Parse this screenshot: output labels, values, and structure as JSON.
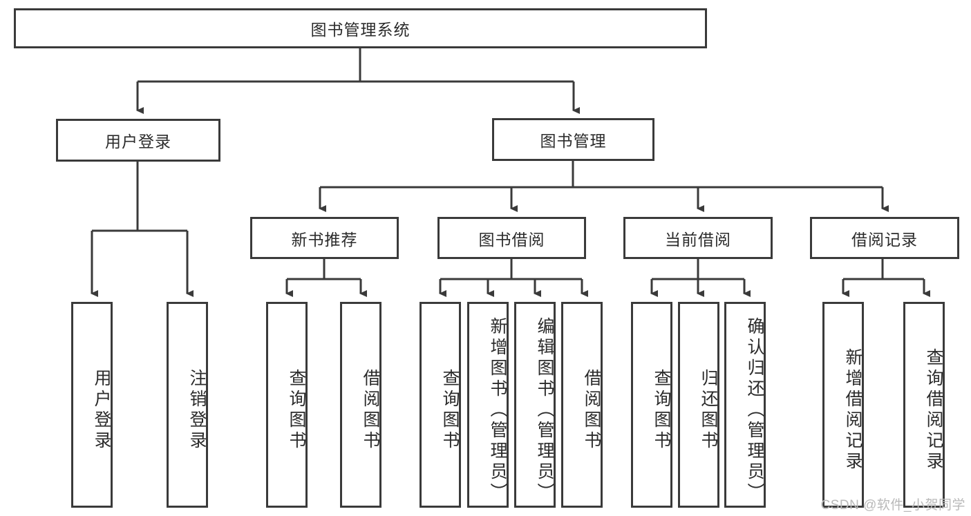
{
  "diagram": {
    "title": "图书管理系统",
    "type": "tree",
    "watermark": "CSDN @软件_小贺同学",
    "colors": {
      "box_border": "#3a3a3a",
      "box_fill": "#ffffff",
      "connector": "#3a3a3a",
      "text": "#2b2b2b",
      "watermark": "#b9b9b9"
    },
    "levels": {
      "root": {
        "label": "图书管理系统"
      },
      "level1": [
        {
          "id": "user-login",
          "label": "用户登录"
        },
        {
          "id": "book-management",
          "label": "图书管理"
        }
      ],
      "level2": [
        {
          "id": "new-book-recommend",
          "label": "新书推荐"
        },
        {
          "id": "book-borrow",
          "label": "图书借阅"
        },
        {
          "id": "current-borrow",
          "label": "当前借阅"
        },
        {
          "id": "borrow-record",
          "label": "借阅记录"
        }
      ],
      "leaves": [
        {
          "id": "leaf-user-login",
          "label": "用户登录",
          "parent": "user-login"
        },
        {
          "id": "leaf-logout-login",
          "label": "注销登录",
          "parent": "user-login"
        },
        {
          "id": "leaf-query-book-1",
          "label": "查询图书",
          "parent": "new-book-recommend"
        },
        {
          "id": "leaf-borrow-book-1",
          "label": "借阅图书",
          "parent": "new-book-recommend"
        },
        {
          "id": "leaf-query-book-2",
          "label": "查询图书",
          "parent": "book-borrow"
        },
        {
          "id": "leaf-add-book",
          "label": "新增图书（管理员）",
          "parent": "book-borrow"
        },
        {
          "id": "leaf-edit-book",
          "label": "编辑图书（管理员）",
          "parent": "book-borrow"
        },
        {
          "id": "leaf-borrow-book-2",
          "label": "借阅图书",
          "parent": "book-borrow"
        },
        {
          "id": "leaf-query-book-3",
          "label": "查询图书",
          "parent": "current-borrow"
        },
        {
          "id": "leaf-return-book",
          "label": "归还图书",
          "parent": "current-borrow"
        },
        {
          "id": "leaf-confirm-return",
          "label": "确认归还（管理员）",
          "parent": "current-borrow"
        },
        {
          "id": "leaf-add-borrow-record",
          "label": "新增借阅记录",
          "parent": "borrow-record"
        },
        {
          "id": "leaf-query-borrow-record",
          "label": "查询借阅记录",
          "parent": "borrow-record"
        }
      ]
    }
  }
}
